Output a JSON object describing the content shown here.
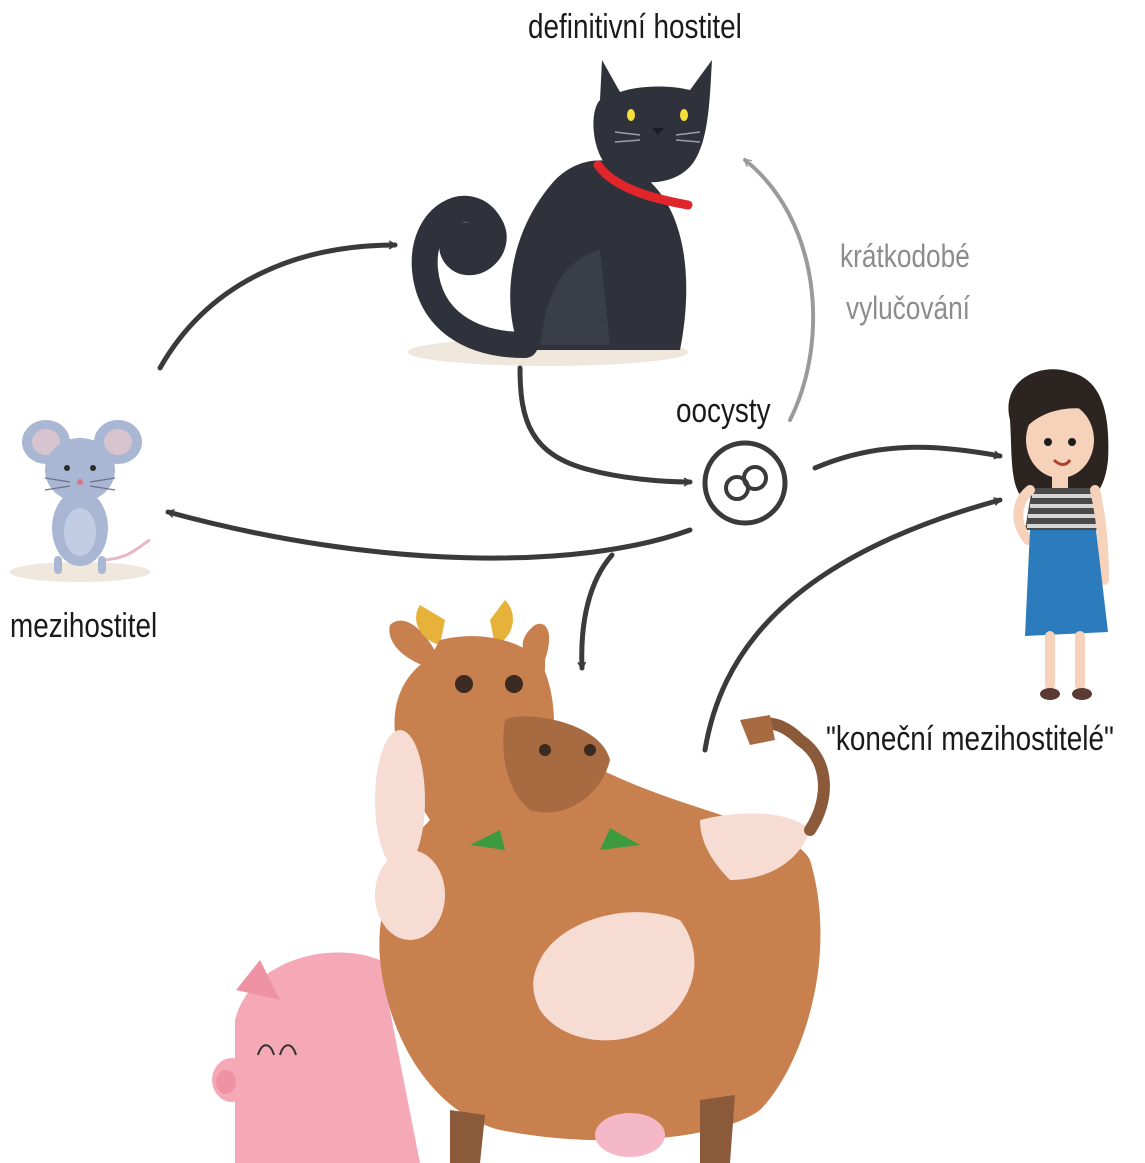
{
  "labels": {
    "definitive_host": "definitivní hostitel",
    "short_term_line1": "krátkodobé",
    "short_term_line2": "vylučování",
    "oocysts": "oocysty",
    "intermediate_host": "mezihostitel",
    "final_intermediate_hosts": "\"koneční mezihostitelé\""
  },
  "colors": {
    "arrow": "#3a3a3a",
    "arrow_light": "#9a9a9a",
    "cat": "#2f323b",
    "cat_collar": "#e0262b",
    "cow": "#c8804f",
    "cow_spots": "#f6dcd3",
    "pig": "#f5a9b6",
    "mouse": "#a9b6d4",
    "girl_skirt": "#2b7bbd"
  },
  "icons": [
    "cat-illustration",
    "mouse-illustration",
    "girl-illustration",
    "cow-illustration",
    "pig-illustration",
    "oocyst-icon"
  ]
}
